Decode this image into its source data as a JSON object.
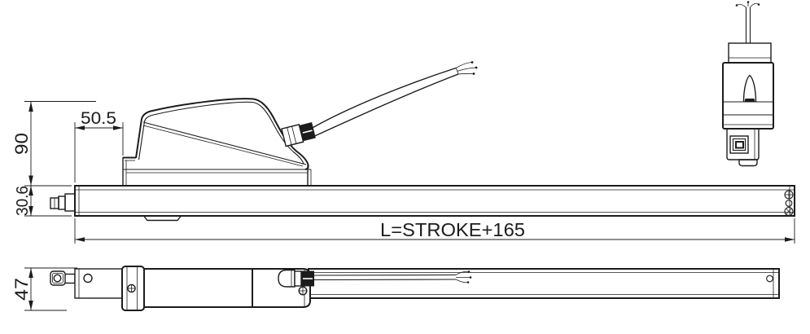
{
  "drawing": {
    "colors": {
      "line": "#1c1c1c",
      "background": "#ffffff"
    },
    "dimensions": {
      "overall_height": "90",
      "rail_height": "30.6",
      "front_offset": "50.5",
      "overall_length": "L=STROKE+165",
      "body_width": "47"
    }
  }
}
